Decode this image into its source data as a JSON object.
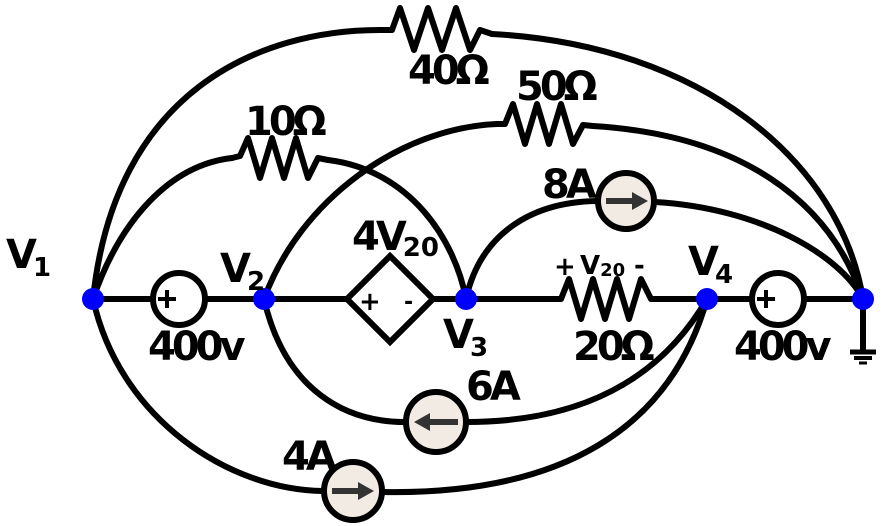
{
  "colors": {
    "wire": "#000000",
    "node": "#0000ff",
    "source_fill": "#f2ebe4",
    "arrow": "#333333",
    "background": "#ffffff"
  },
  "nodes": {
    "v1": {
      "main": "V",
      "sub": "1"
    },
    "v2": {
      "main": "V",
      "sub": "2"
    },
    "v3": {
      "main": "V",
      "sub": "3"
    },
    "v4": {
      "main": "V",
      "sub": "4"
    }
  },
  "resistors": {
    "r40": "40Ω",
    "r50": "50Ω",
    "r10": "10Ω",
    "r20": "20Ω"
  },
  "voltage_sources": {
    "left": "400v",
    "right": "400v"
  },
  "current_sources": {
    "i8": "8A",
    "i6": "6A",
    "i4": "4A"
  },
  "dependent_source": {
    "main": "4V",
    "sub": "20",
    "plus": "+",
    "minus": "-"
  },
  "v20_marker": {
    "plus": "+",
    "main": "V",
    "sub": "20",
    "minus": "-"
  },
  "icons": [
    "ground-icon",
    "arrow-right-icon",
    "arrow-left-icon"
  ]
}
